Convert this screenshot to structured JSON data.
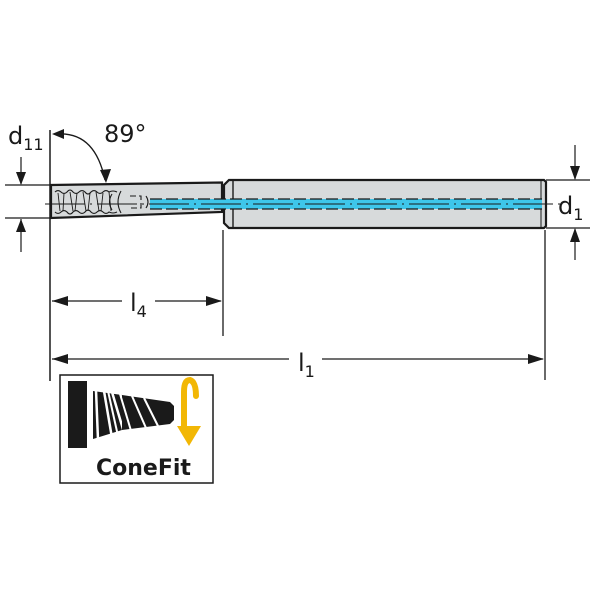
{
  "drawing": {
    "type": "technical-tool-drawing",
    "colors": {
      "outline": "#1a1a1a",
      "body_fill": "#d7dadb",
      "coolant": "#3ec6ea",
      "logo_arrow": "#f2b705",
      "background": "#ffffff"
    }
  },
  "dimensions": {
    "d11": {
      "main": "d",
      "sub": "11"
    },
    "angle": {
      "value": "89°"
    },
    "d1": {
      "main": "d",
      "sub": "1"
    },
    "l4": {
      "main": "l",
      "sub": "4"
    },
    "l1": {
      "main": "l",
      "sub": "1"
    }
  },
  "logo": {
    "label": "ConeFit",
    "icon": "conefit-thread-icon"
  }
}
